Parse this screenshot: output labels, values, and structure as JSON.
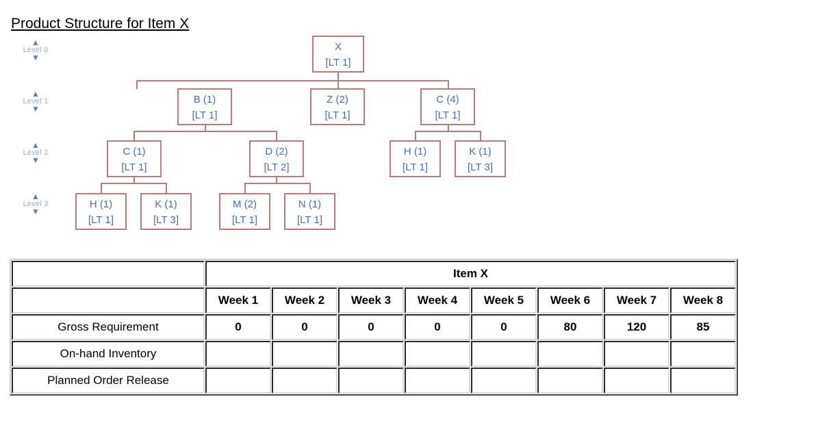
{
  "page": {
    "title": "Product Structure for Item X"
  },
  "tree": {
    "levels": [
      {
        "label": "Level 0"
      },
      {
        "label": "Level 1"
      },
      {
        "label": "Level 2"
      },
      {
        "label": "Level 3"
      }
    ],
    "nodes": {
      "x": {
        "name": "X",
        "lt": "[LT 1]"
      },
      "b": {
        "name": "B (1)",
        "lt": "[LT 1]"
      },
      "z": {
        "name": "Z (2)",
        "lt": "[LT 1]"
      },
      "c1": {
        "name": "C (4)",
        "lt": "[LT 1]"
      },
      "c2": {
        "name": "C (1)",
        "lt": "[LT 1]"
      },
      "d": {
        "name": "D (2)",
        "lt": "[LT 2]"
      },
      "h1": {
        "name": "H (1)",
        "lt": "[LT 1]"
      },
      "k1": {
        "name": "K (1)",
        "lt": "[LT 3]"
      },
      "h2": {
        "name": "H (1)",
        "lt": "[LT 1]"
      },
      "k2": {
        "name": "K (1)",
        "lt": "[LT 3]"
      },
      "m": {
        "name": "M (2)",
        "lt": "[LT 1]"
      },
      "n": {
        "name": "N (1)",
        "lt": "[LT 1]"
      }
    },
    "colors": {
      "box_border": "#b07c7c",
      "box_text": "#4a6fa8",
      "level_text": "#9aabc6",
      "arrow": "#5d7fb3"
    }
  },
  "mrp": {
    "item_title": "Item X",
    "week_headers": [
      "Week 1",
      "Week 2",
      "Week 3",
      "Week 4",
      "Week 5",
      "Week 6",
      "Week 7",
      "Week 8"
    ],
    "rows": [
      {
        "label": "Gross Requirement",
        "values": [
          "0",
          "0",
          "0",
          "0",
          "0",
          "80",
          "120",
          "85"
        ]
      },
      {
        "label": "On-hand Inventory",
        "values": [
          "",
          "",
          "",
          "",
          "",
          "",
          "",
          ""
        ]
      },
      {
        "label": "Planned Order Release",
        "values": [
          "",
          "",
          "",
          "",
          "",
          "",
          "",
          ""
        ]
      }
    ]
  }
}
